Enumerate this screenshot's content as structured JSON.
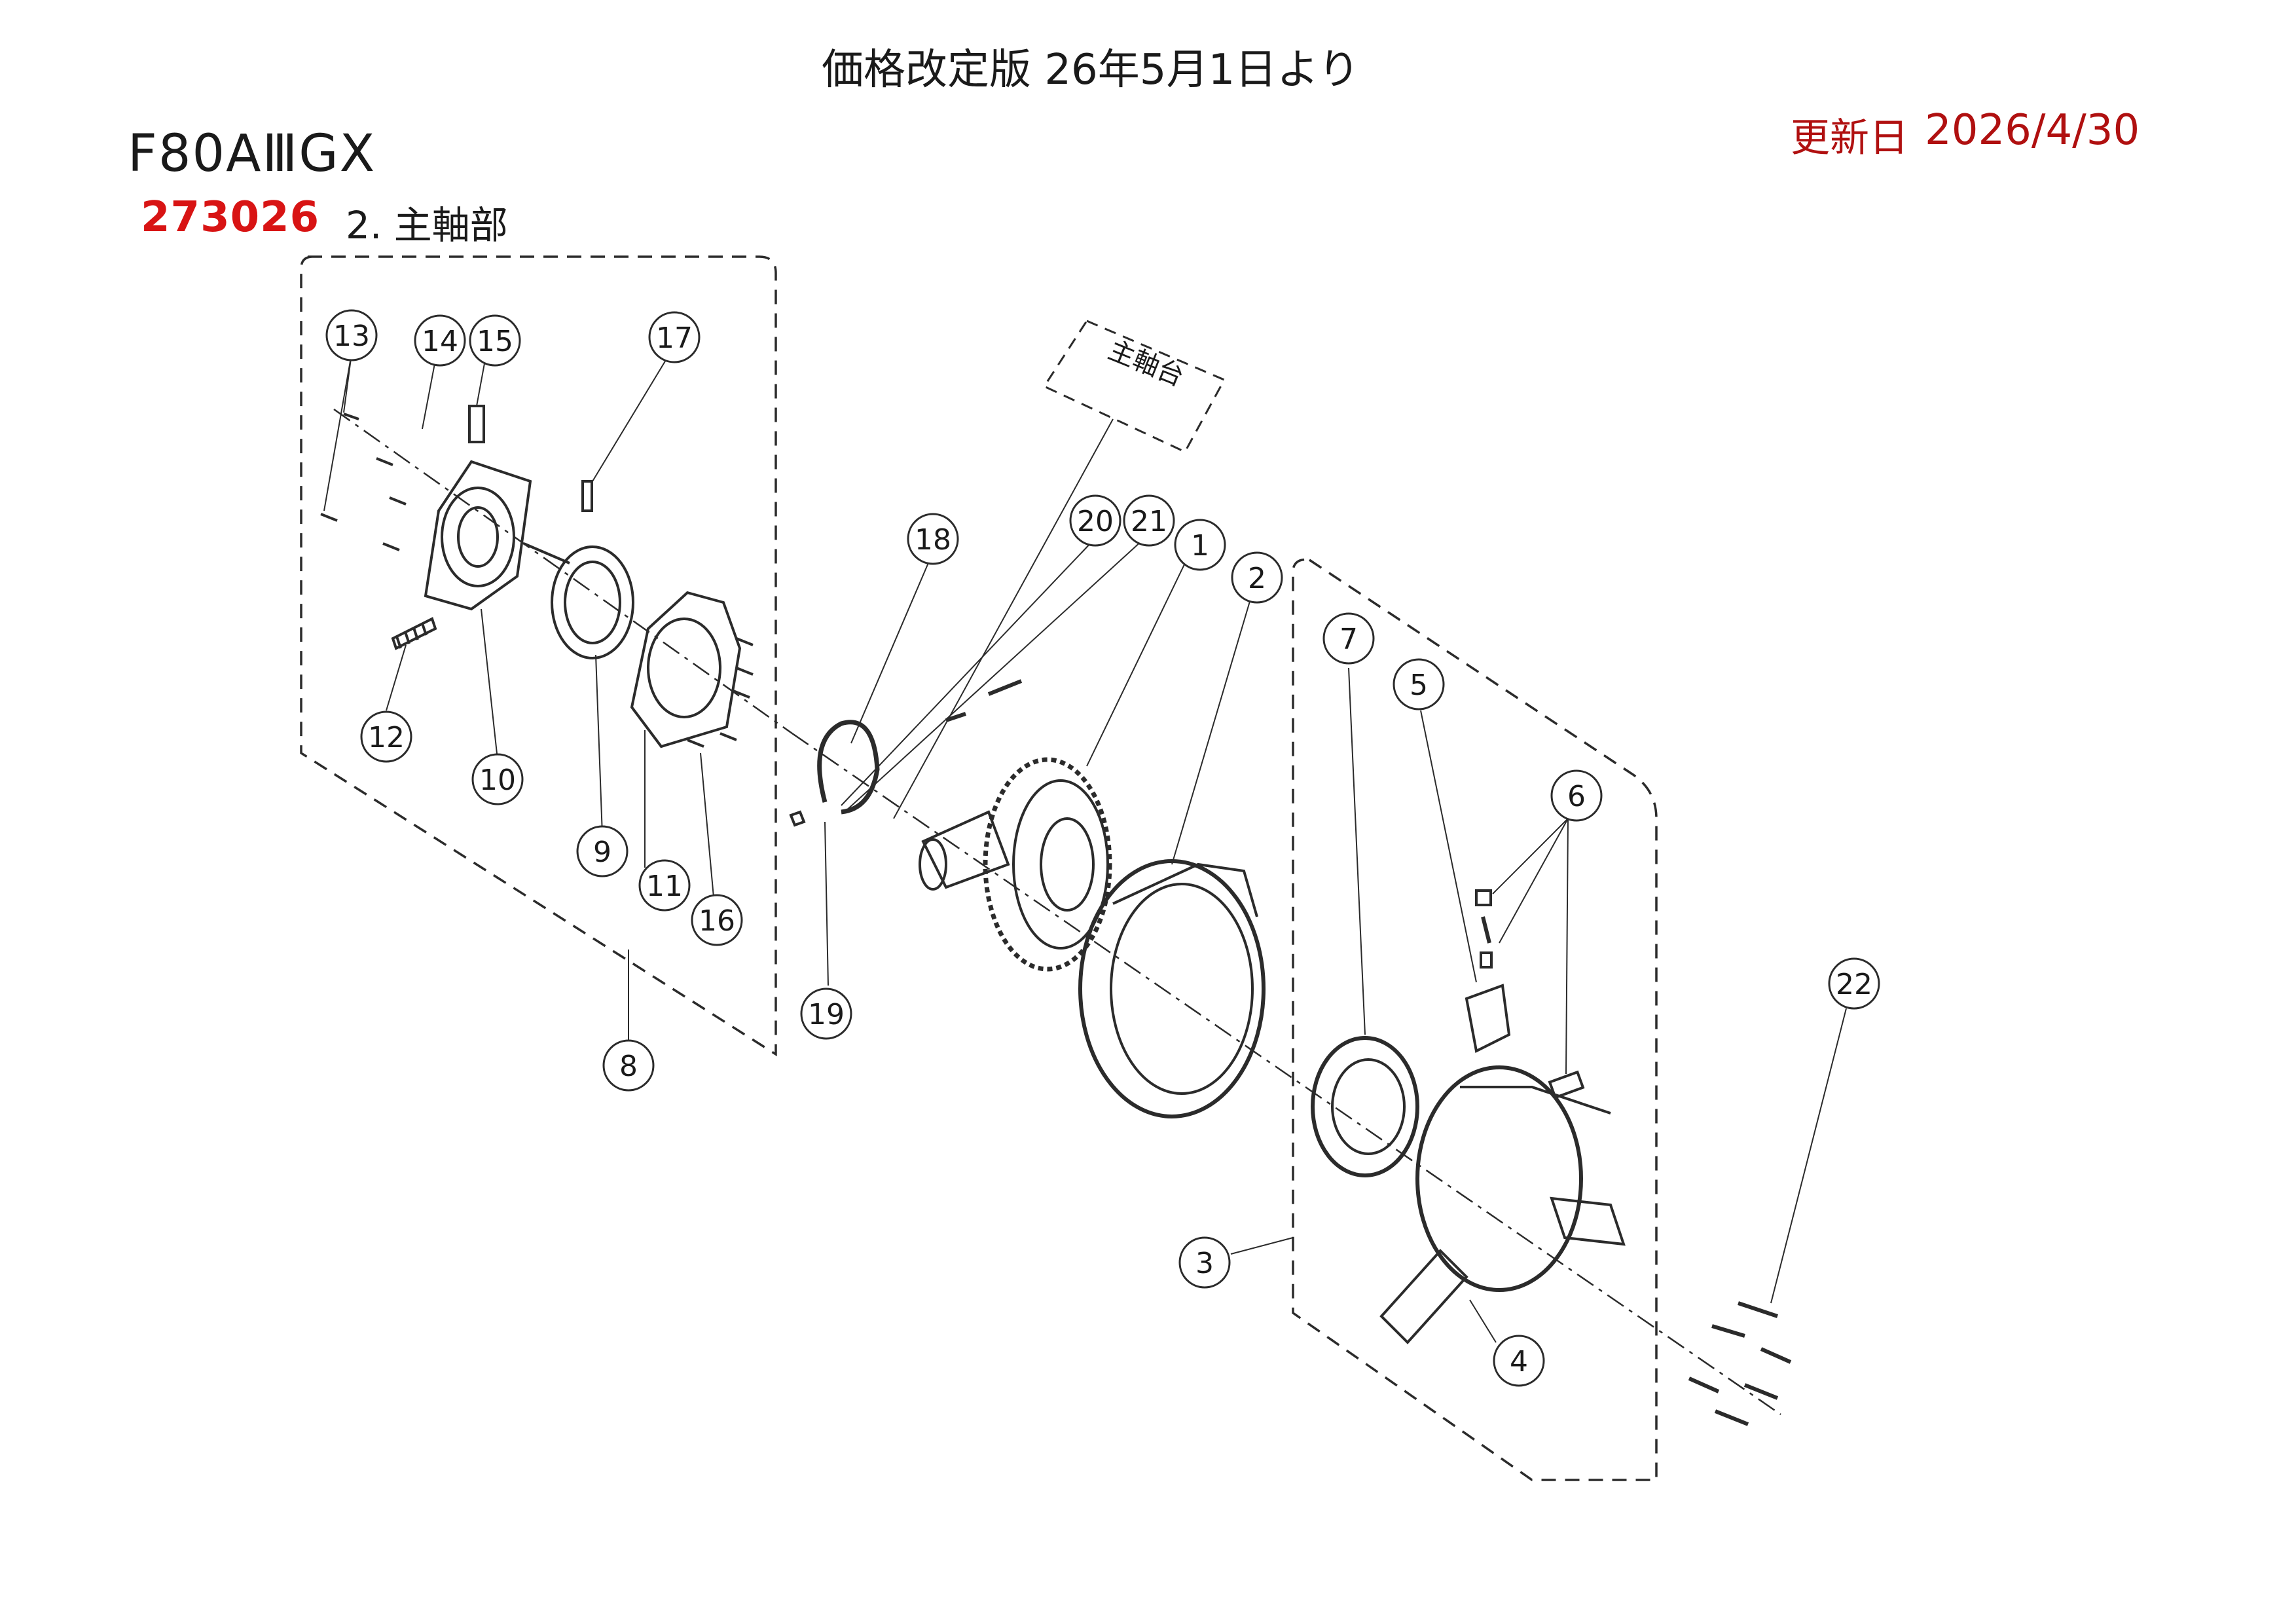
{
  "header": {
    "price_revision": "価格改定版 26年5月1日より",
    "model": "F80AⅢGX",
    "updated_label": "更新日",
    "updated_date": "2026/4/30",
    "part_code": "273026",
    "section_title": "2. 主軸部"
  },
  "diagram": {
    "headstock_label": "主軸台",
    "callouts": [
      "1",
      "2",
      "3",
      "4",
      "5",
      "6",
      "7",
      "8",
      "9",
      "10",
      "11",
      "12",
      "13",
      "14",
      "15",
      "16",
      "17",
      "18",
      "19",
      "20",
      "21",
      "22"
    ]
  },
  "colors": {
    "text": "#1a1a1a",
    "update_red": "#b01010",
    "code_red": "#d81414",
    "line": "#2b2b2b"
  }
}
